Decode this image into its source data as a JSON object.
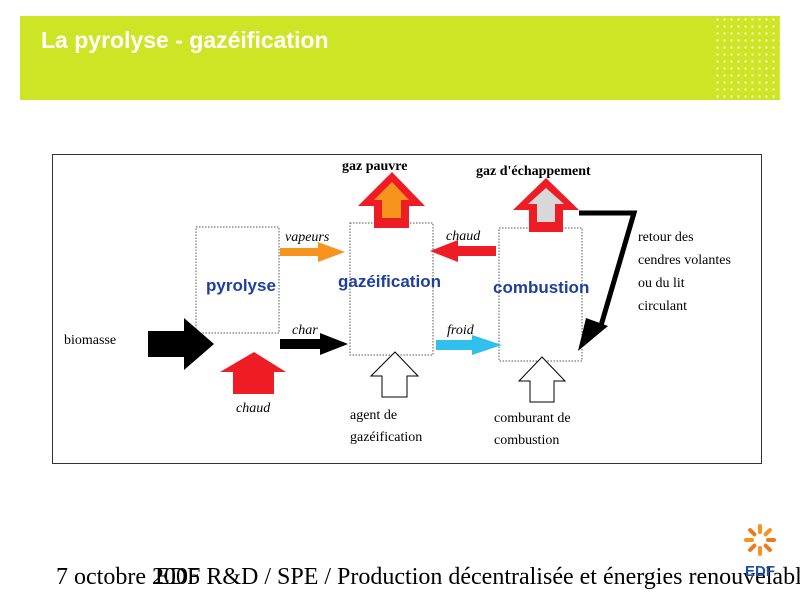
{
  "header": {
    "title": "La pyrolyse - gazéification",
    "accent_color": "#cde524"
  },
  "diagram": {
    "boxes": {
      "pyrolyse": "pyrolyse",
      "gazeification": "gazéification",
      "combustion": "combustion"
    },
    "inputs": {
      "biomasse": "biomasse",
      "chaud_bottom": "chaud",
      "agent_line1": "agent de",
      "agent_line2": "gazéification",
      "comburant_line1": "comburant de",
      "comburant_line2": "combustion"
    },
    "flows": {
      "vapeurs": "vapeurs",
      "char": "char",
      "chaud": "chaud",
      "froid": "froid"
    },
    "outputs": {
      "gaz_pauvre": "gaz pauvre",
      "gaz_echappement": "gaz d'échappement"
    },
    "return": {
      "line1": "retour des",
      "line2": "cendres volantes",
      "line3": "ou du lit",
      "line4": "circulant"
    },
    "colors": {
      "hot": "#ee1c24",
      "vapour": "#f7941d",
      "cold": "#31c0ee",
      "box_label": "#1f3f9f"
    }
  },
  "footer": {
    "date": "7 octobre 2005",
    "org": "EDF R&D / SPE / Production décentralisée et énergies renouvelables"
  },
  "logo": {
    "text": "EDF"
  }
}
